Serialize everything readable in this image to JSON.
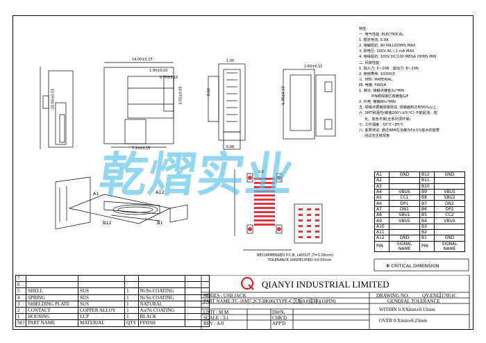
{
  "specs": {
    "title": "特性:",
    "lines": [
      "一. 电气性能: ELECTRICAL",
      "1. 额定电流: 5.0A",
      "2. 接触阻抗: 40 MILLIOHMS MAX",
      "3. 耐电压: 100V AC / 1 mA MAX",
      "4. 绝缘阻抗: 100V DC/100 MEGA OHMS MIN",
      "二. 机械性能:",
      "1. 插入力: 5~20N , 拔出力: 8~20N",
      "2. 使用寿命: 10000次",
      "三. 材料: MATERIAL",
      "四. 电镀: FINISH",
      "1. 端子: 接触点镀金2u\"MIN",
      "PIN脚焊接区域镀金G/F",
      "2. 外壳: 镀镍80u\"MIN",
      "五. 焊锡点要做焊锡测试: 焊锡面积达到95%以上.",
      "六. SMT耐温性(峰值260°(±5)°C) 不能起泡、熔",
      "化、变色不良(全系列须环保)",
      "七. 工作温度: -55°C~85°C",
      "八. 盐雾测试: 通过48H在浓度为5±1%盐水的盐雾",
      "测试无生锈现象"
    ]
  },
  "dimensions": {
    "d1": "14.00±0.15",
    "d2": "1.90±0.10",
    "d3": "0.70±0.10",
    "d4": "10.00±0.15",
    "d5": "7.20±0.15",
    "d6": "3.50±0.05",
    "d7": "8.62",
    "d8": "1.00",
    "d9": "6.35±0.10",
    "d10": "2.60±0.10",
    "d11": "0.5",
    "d12": "0.98"
  },
  "labels": {
    "a1": "A1",
    "a12": "A12",
    "b12": "B12",
    "b1": "B1",
    "pcb_layout": "RECOMMENDED P.C.B. LAYOUT (T=1.00mm)",
    "tolerance_note": "TOLERANCE UNSPECIFIED ±0.05mm",
    "critical_dimension": "✻ CRITICAL  DIMENSION"
  },
  "watermark": "乾熠实业",
  "pin_table": {
    "header": [
      "PIN",
      "SIGNAL NAME",
      "PIN",
      "SIGNAL NAME"
    ],
    "rows": [
      [
        "A1",
        "GND",
        "B12",
        "GND"
      ],
      [
        "A2",
        "",
        "B11",
        ""
      ],
      [
        "A3",
        "",
        "B10",
        ""
      ],
      [
        "A4",
        "VBUS",
        "B9",
        "VBUS"
      ],
      [
        "A5",
        "CC1",
        "B8",
        "SBU2"
      ],
      [
        "A6",
        "DP1",
        "B7",
        "DN2"
      ],
      [
        "A7",
        "DN1",
        "B6",
        "DP2"
      ],
      [
        "A8",
        "SBU1",
        "B5",
        "CC2"
      ],
      [
        "A9",
        "VBUS",
        "B4",
        "VBUS"
      ],
      [
        "A10",
        "",
        "B3",
        ""
      ],
      [
        "A11",
        "",
        "B2",
        ""
      ],
      [
        "A12",
        "GND",
        "B1",
        "GND"
      ]
    ]
  },
  "bom": {
    "rows": [
      [
        "7",
        "",
        "",
        "",
        "",
        ""
      ],
      [
        "6",
        "",
        "",
        "",
        "",
        ""
      ],
      [
        "5",
        "SHELL",
        "SUS",
        "1",
        "Ni/Sn COATING",
        ""
      ],
      [
        "4",
        "SPRING",
        "SUS",
        "1",
        "Ni/Sn COATING",
        ""
      ],
      [
        "3",
        "SHIELDING PLATE",
        "SUS",
        "1",
        "NATURAL",
        ""
      ],
      [
        "2",
        "CONTACT",
        "COPPER ALLOY",
        "1",
        "Au/Ni COATING",
        ""
      ],
      [
        "1",
        "HOUSING",
        "LCP",
        "1",
        "BLACK",
        ""
      ],
      [
        "NO",
        "PART NAME",
        "MATERIAL",
        "QTY",
        "FINISH",
        ""
      ]
    ]
  },
  "title_block": {
    "company": "QIANYI INDUSTRIAL LIMITED",
    "drawing_no_label": "DRAWING NO:",
    "drawing_no": "QY-ENL-17051C",
    "series": "SERIES : USB JACK",
    "part_name": "PART NAME:TC-16M7.2CT-BK06(TYPE-C沉板0.8双排)(16PIN)",
    "unit": "UNIT : M M",
    "scale": "SCALE : 3:1",
    "rev": "REV : A/0",
    "dwn": "DWN.",
    "chkd": "CHK'D",
    "appd": "APP'D",
    "general_tolerance": "GENERAL TOLERANCE",
    "tol1": "WITHIN 0.XXmm±0.15mm",
    "tol2": "OVER   0.Xmm±0.25mm"
  }
}
